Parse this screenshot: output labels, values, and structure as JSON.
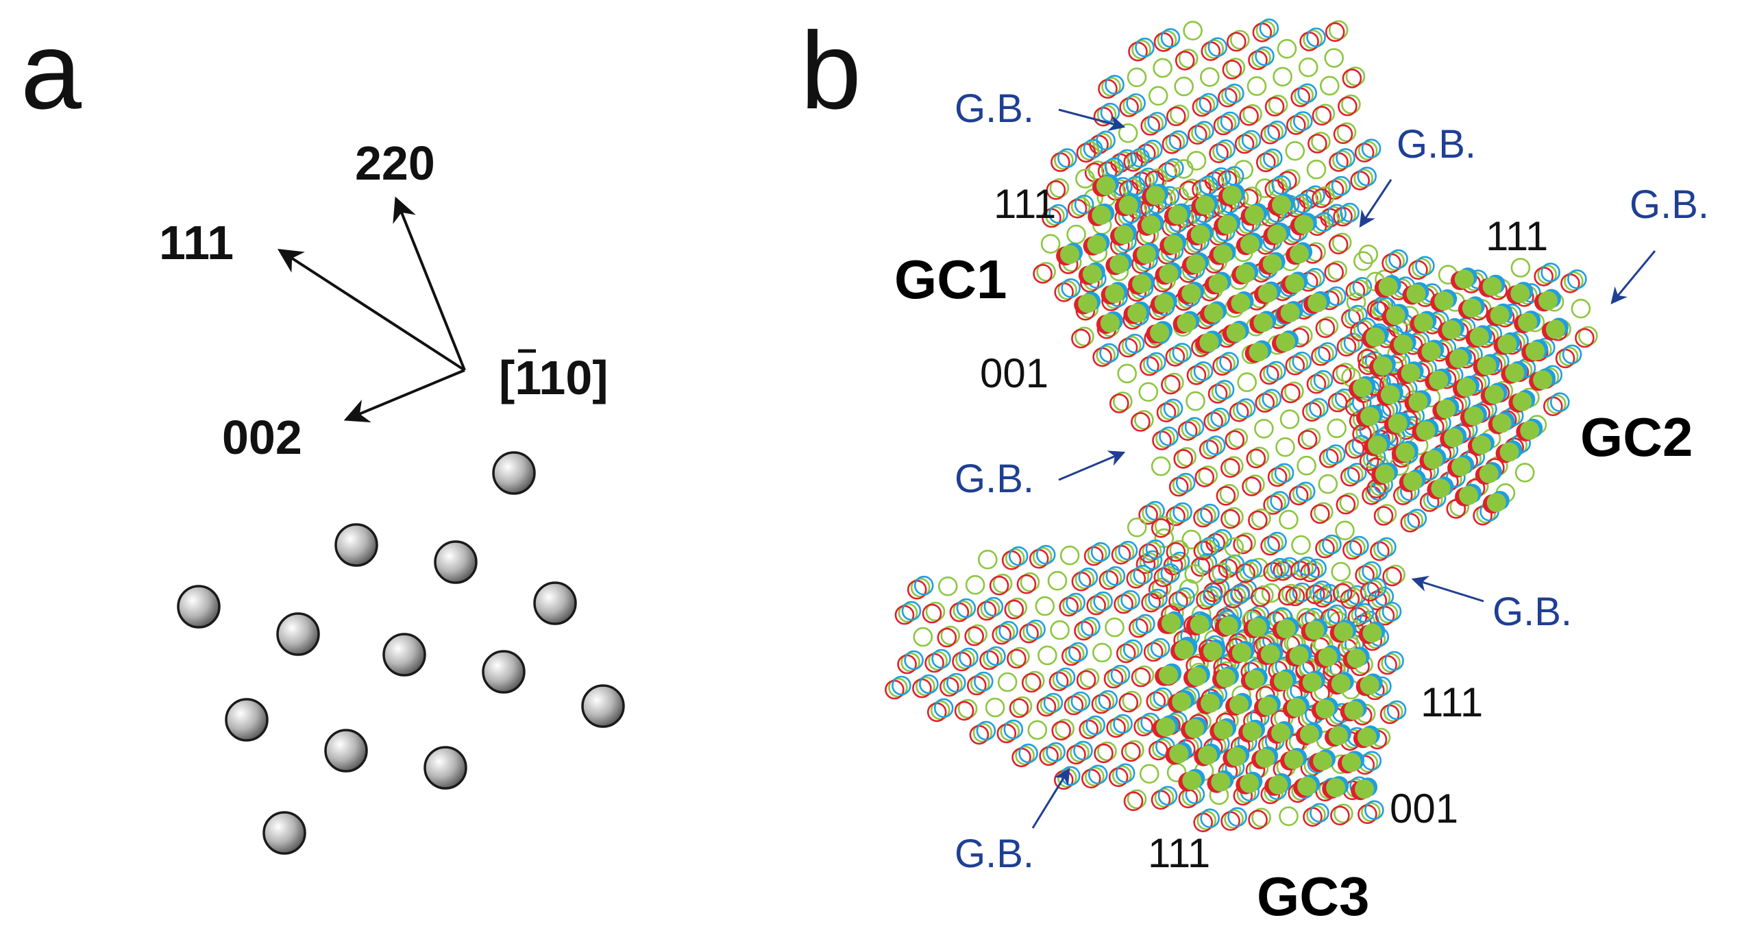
{
  "panels": {
    "a": {
      "letter": "a",
      "vectors": [
        {
          "label": "111"
        },
        {
          "label": "220"
        },
        {
          "label": "002"
        }
      ],
      "zone_axis": {
        "prefix": "[",
        "bar_digit": "1",
        "rest": "10]"
      }
    },
    "b": {
      "letter": "b",
      "grains": [
        {
          "label": "GC1"
        },
        {
          "label": "GC2"
        },
        {
          "label": "GC3"
        }
      ],
      "boundary_label": "G.B.",
      "index_labels": [
        "111",
        "001",
        "111",
        "111",
        "001",
        "111"
      ]
    }
  },
  "colors": {
    "text": "#111111",
    "boundary": "#1f3f94",
    "atom_red": "#e0202a",
    "atom_blue": "#1e9fe0",
    "atom_green": "#8cc63f",
    "sphere_dark": "#1a1a1a"
  },
  "icons": {
    "arrow": "arrow-icon",
    "atom_column": "sphere-icon"
  }
}
